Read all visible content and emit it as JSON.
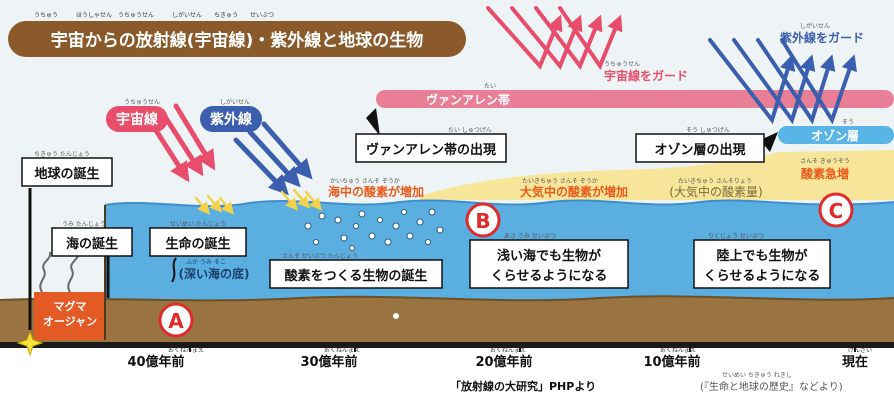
{
  "title": {
    "text": "宇宙からの放射線(宇宙線)・紫外線と地球の生物",
    "ruby": [
      "うちゅう",
      "ほうしゃせん",
      "うちゅうせん",
      "しがいせん",
      "ちきゅう",
      "せいぶつ"
    ]
  },
  "rays": {
    "cosmic": {
      "label": "宇宙線",
      "ruby": "うちゅうせん",
      "color": "#e84d6c"
    },
    "uv": {
      "label": "紫外線",
      "ruby": "しがいせん",
      "color": "#3b5fae"
    }
  },
  "guards": {
    "cosmic_guard": {
      "label": "宇宙線をガード",
      "ruby": "うちゅうせん"
    },
    "uv_guard": {
      "label": "紫外線をガード",
      "ruby": "しがいせん"
    }
  },
  "layers": {
    "van_allen": {
      "label": "ヴァンアレン帯",
      "ruby": "たい",
      "color": "#e97f97"
    },
    "ozone": {
      "label": "オゾン層",
      "ruby": "そう",
      "color": "#59b5e6"
    }
  },
  "ocean_labels": {
    "sea_oxygen": {
      "label": "海中の酸素が増加",
      "ruby": "かいちゅう さんそ ぞうか"
    },
    "air_oxygen": {
      "label": "大気中の酸素が増加",
      "ruby": "たいきちゅう さんそ ぞうか"
    },
    "air_oxygen_amount": {
      "label": "(大気中の酸素量)",
      "ruby": "たいきちゅう さんそりょう"
    },
    "oxygen_surge": {
      "label": "酸素急増",
      "ruby": "さんそ きゅうぞう"
    }
  },
  "events": [
    {
      "id": "earth_birth",
      "label": "地球の誕生",
      "ruby": "ちきゅう たんじょう"
    },
    {
      "id": "sea_birth",
      "label": "海の誕生",
      "ruby": "うみ たんじょう"
    },
    {
      "id": "life_birth",
      "label": "生命の誕生",
      "ruby": "せいめい たんじょう"
    },
    {
      "id": "deep_sea",
      "label": "(深い海の底)",
      "ruby": "ふか うみ そこ"
    },
    {
      "id": "oxygen_life",
      "label": "酸素をつくる生物の誕生",
      "ruby": "さんそ せいぶつ たんじょう"
    },
    {
      "id": "van_allen_appear",
      "label": "ヴァンアレン帯の出現",
      "ruby": "たい しゅつげん"
    },
    {
      "id": "ozone_appear",
      "label": "オゾン層の出現",
      "ruby": "そう しゅつげん"
    },
    {
      "id": "shallow_sea",
      "label": "浅い海でも生物が\nくらせるようになる",
      "ruby": "あさ うみ せいぶつ"
    },
    {
      "id": "land_life",
      "label": "陸上でも生物が\nくらせるようになる",
      "ruby": "りくじょう せいぶつ"
    }
  ],
  "magma": {
    "label": "マグマ\nオージャン"
  },
  "markers": [
    "A",
    "B",
    "C"
  ],
  "timeline": {
    "ticks": [
      {
        "label": "40億年前",
        "ruby": "おくねんまえ"
      },
      {
        "label": "30億年前",
        "ruby": "おくねんまえ"
      },
      {
        "label": "20億年前",
        "ruby": "おくねんまえ"
      },
      {
        "label": "10億年前",
        "ruby": "おくねんまえ"
      },
      {
        "label": "現在",
        "ruby": "げんざい"
      }
    ]
  },
  "sources": {
    "left": "「放射線の大研究」PHPより",
    "right": "(『生命と地球の歴史』などより)",
    "right_ruby": "せいめい ちきゅう れきし"
  },
  "colors": {
    "title_bg": "#8a5a2b",
    "sky": "#eef4f6",
    "sea": "#5aaee0",
    "sea_dark": "#3f8ecb",
    "oxygen": "#f7e59a",
    "ground": "#9a7440",
    "magma": "#e45a25",
    "marker_red": "#e12a2a",
    "label_orange": "#ea5a1b",
    "uv_blue": "#3b5fae",
    "cosmic_pink": "#e84d6c"
  }
}
